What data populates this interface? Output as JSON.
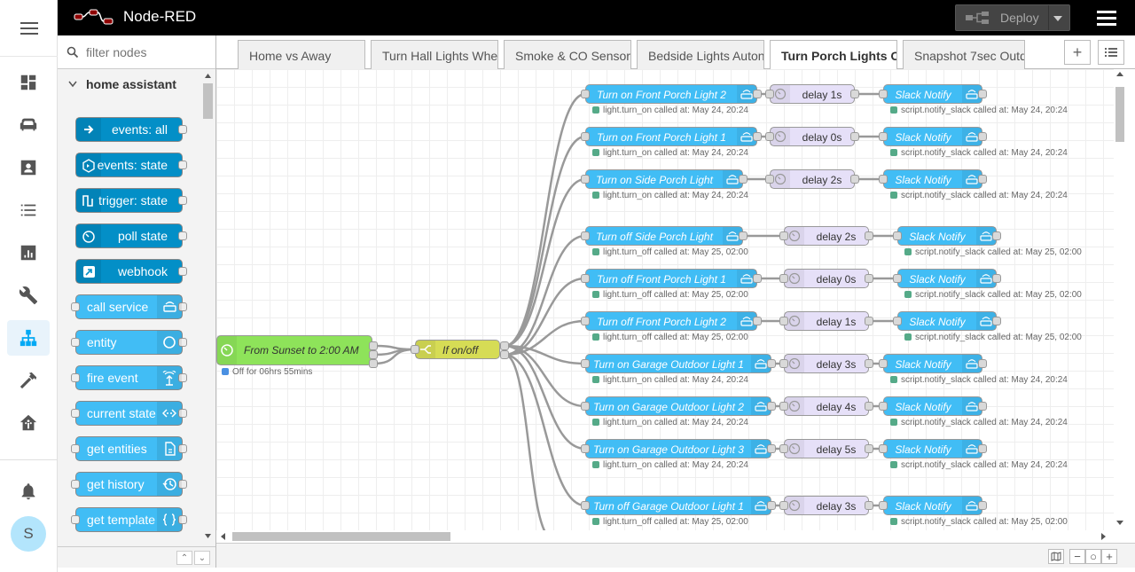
{
  "header": {
    "title": "Node-RED",
    "deploy_label": "Deploy"
  },
  "ha_sidebar": {
    "items": [
      "overview-icon",
      "sofa-icon",
      "account-box-icon",
      "list-icon",
      "chart-icon",
      "wrench-icon",
      "sitemap-icon",
      "hammer-icon",
      "home-assistant-icon"
    ],
    "active": "sitemap-icon",
    "avatar_initial": "S"
  },
  "palette": {
    "filter_placeholder": "filter nodes",
    "category": "home assistant",
    "nodes": [
      {
        "label": "events: all",
        "color": "#038fc7"
      },
      {
        "label": "events: state",
        "color": "#038fc7"
      },
      {
        "label": "trigger: state",
        "color": "#038fc7"
      },
      {
        "label": "poll state",
        "color": "#038fc7"
      },
      {
        "label": "webhook",
        "color": "#038fc7"
      },
      {
        "label": "call service",
        "color": "#41bdf5"
      },
      {
        "label": "entity",
        "color": "#41bdf5"
      },
      {
        "label": "fire event",
        "color": "#41bdf5"
      },
      {
        "label": "current state",
        "color": "#41bdf5"
      },
      {
        "label": "get entities",
        "color": "#41bdf5"
      },
      {
        "label": "get history",
        "color": "#41bdf5"
      },
      {
        "label": "get template",
        "color": "#41bdf5"
      }
    ]
  },
  "tabs": [
    {
      "label": "Home vs Away",
      "active": false
    },
    {
      "label": "Turn Hall Lights Whe",
      "active": false
    },
    {
      "label": "Smoke & CO Sensor",
      "active": false
    },
    {
      "label": "Bedside Lights Auton",
      "active": false
    },
    {
      "label": "Turn Porch Lights O",
      "active": true
    },
    {
      "label": "Snapshot 7sec Outdo",
      "active": false
    }
  ],
  "flow": {
    "trigger": {
      "label": "From Sunset to 2:00 AM",
      "status": "Off for 06hrs 55mins"
    },
    "switch": {
      "label": "If on/off"
    },
    "rows": [
      {
        "service": "Turn on Front Porch Light 2",
        "svc_status": "light.turn_on called at: May 24, 20:24",
        "delay": "delay 1s",
        "notify": "Slack Notify",
        "notify_status": "script.notify_slack called at: May 24, 20:24"
      },
      {
        "service": "Turn on Front Porch Light 1",
        "svc_status": "light.turn_on called at: May 24, 20:24",
        "delay": "delay 0s",
        "notify": "Slack Notify",
        "notify_status": "script.notify_slack called at: May 24, 20:24"
      },
      {
        "service": "Turn on Side Porch Light",
        "svc_status": "light.turn_on called at: May 24, 20:24",
        "delay": "delay 2s",
        "notify": "Slack Notify",
        "notify_status": "script.notify_slack called at: May 24, 20:24"
      },
      {
        "service": "Turn off Side Porch Light",
        "svc_status": "light.turn_off called at: May 25, 02:00",
        "delay": "delay 2s",
        "notify": "Slack Notify",
        "notify_status": "script.notify_slack called at: May 25, 02:00"
      },
      {
        "service": "Turn off Front Porch Light 1",
        "svc_status": "light.turn_off called at: May 25, 02:00",
        "delay": "delay 0s",
        "notify": "Slack Notify",
        "notify_status": "script.notify_slack called at: May 25, 02:00"
      },
      {
        "service": "Turn off Front Porch Light 2",
        "svc_status": "light.turn_off called at: May 25, 02:00",
        "delay": "delay 1s",
        "notify": "Slack Notify",
        "notify_status": "script.notify_slack called at: May 25, 02:00"
      },
      {
        "service": "Turn on Garage Outdoor Light 1",
        "svc_status": "light.turn_on called at: May 24, 20:24",
        "delay": "delay 3s",
        "notify": "Slack Notify",
        "notify_status": "script.notify_slack called at: May 24, 20:24"
      },
      {
        "service": "Turn on Garage Outdoor Light 2",
        "svc_status": "light.turn_on called at: May 24, 20:24",
        "delay": "delay 4s",
        "notify": "Slack Notify",
        "notify_status": "script.notify_slack called at: May 24, 20:24"
      },
      {
        "service": "Turn on Garage Outdoor Light 3",
        "svc_status": "light.turn_on called at: May 24, 20:24",
        "delay": "delay 5s",
        "notify": "Slack Notify",
        "notify_status": "script.notify_slack called at: May 24, 20:24"
      },
      {
        "service": "Turn off Garage Outdoor Light 1",
        "svc_status": "light.turn_off called at: May 25, 02:00",
        "delay": "delay 3s",
        "notify": "Slack Notify",
        "notify_status": "script.notify_slack called at: May 25, 02:00"
      }
    ]
  }
}
